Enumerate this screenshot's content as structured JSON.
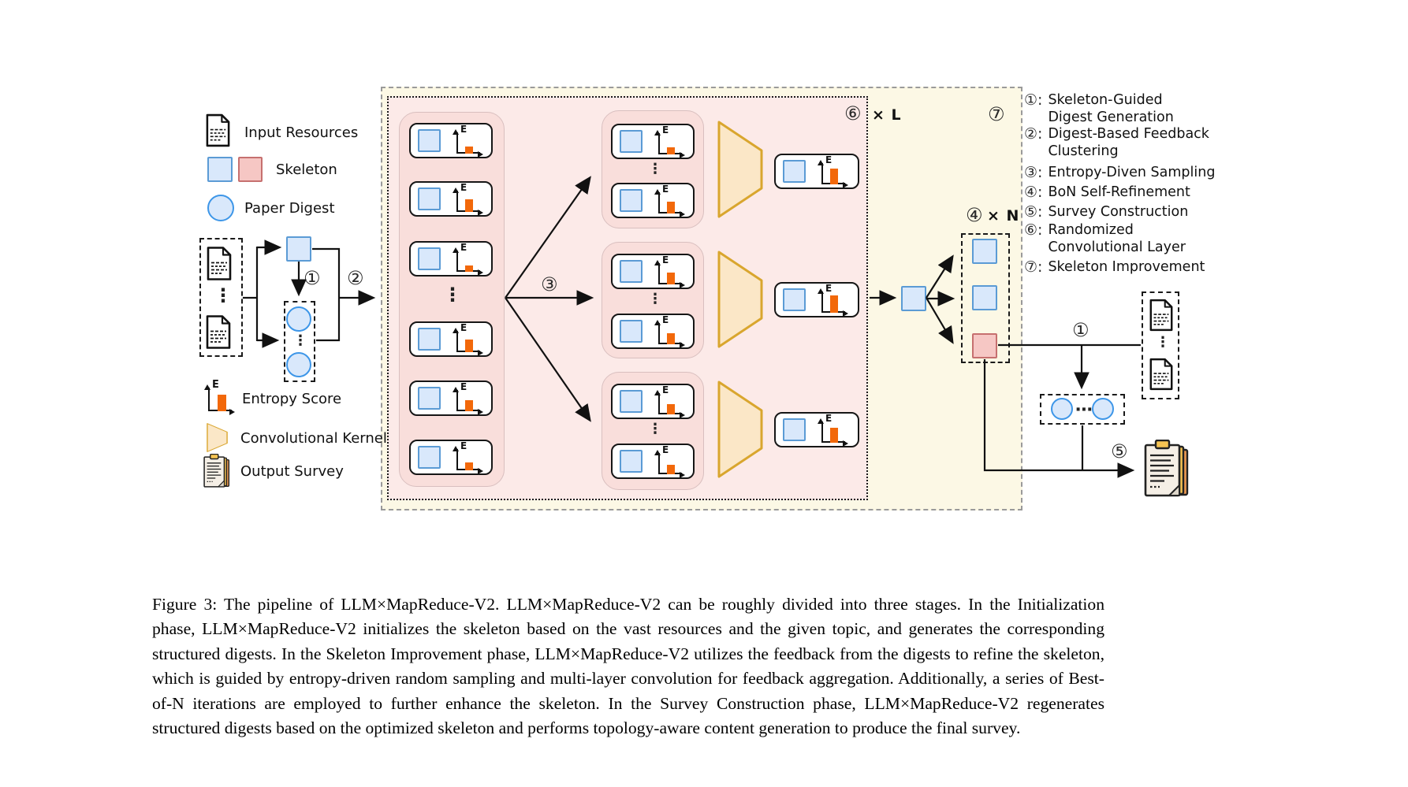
{
  "figure": {
    "left_legend": {
      "items": [
        {
          "label": "Input Resources"
        },
        {
          "label": "Skeleton"
        },
        {
          "label": "Paper Digest"
        },
        {
          "label": "Entropy Score"
        },
        {
          "label": "Convolutional Kernel"
        },
        {
          "label": "Output Survey"
        }
      ]
    },
    "right_legend": {
      "items": [
        {
          "marker": "①:",
          "label": "Skeleton-Guided\nDigest Generation"
        },
        {
          "marker": "②:",
          "label": "Digest-Based Feedback\nClustering"
        },
        {
          "marker": "③:",
          "label": "Entropy-Diven Sampling"
        },
        {
          "marker": "④:",
          "label": "BoN Self-Refinement"
        },
        {
          "marker": "⑤:",
          "label": "Survey Construction"
        },
        {
          "marker": "⑥:",
          "label": "Randomized\nConvolutional Layer"
        },
        {
          "marker": "⑦:",
          "label": "Skeleton Improvement"
        }
      ]
    },
    "steps": {
      "s1": "①",
      "s2": "②",
      "s3": "③",
      "s4": "④",
      "s5": "⑤",
      "s6": "⑥",
      "s7": "⑦"
    },
    "multipliers": {
      "conv_layers": "× L",
      "bon_iterations": "× N"
    },
    "glyphs": {
      "entropy_axis": "E",
      "vdots": "⋮",
      "hdots": "⋯"
    },
    "colors": {
      "skeleton_blue_fill": "#D9E8FB",
      "skeleton_blue_border": "#5B9BD5",
      "skeleton_pink_fill": "#F6C7C4",
      "skeleton_pink_border": "#C6706F",
      "digest_circle_border": "#3D96E8",
      "entropy_bar_orange": "#F2680A",
      "kernel_fill": "#FBE7C7",
      "kernel_border": "#D9A62E",
      "stage_pink_bg": "#FCEAE8",
      "stage_yellow_bg": "#FCF8E5",
      "group_pink_bg": "#F9DEDB"
    }
  },
  "caption": {
    "text": "Figure 3: The pipeline of LLM×MapReduce-V2. LLM×MapReduce-V2 can be roughly divided into three stages. In the Initialization phase, LLM×MapReduce-V2 initializes the skeleton based on the vast resources and the given topic, and generates the corresponding structured digests. In the Skeleton Improvement phase, LLM×MapReduce-V2 utilizes the feedback from the digests to refine the skeleton, which is guided by entropy-driven random sampling and multi-layer convolution for feedback aggregation. Additionally, a series of Best-of-N iterations are employed to further enhance the skeleton. In the Survey Construction phase, LLM×MapReduce-V2 regenerates structured digests based on the optimized skeleton and performs topology-aware content generation to produce the final survey."
  }
}
